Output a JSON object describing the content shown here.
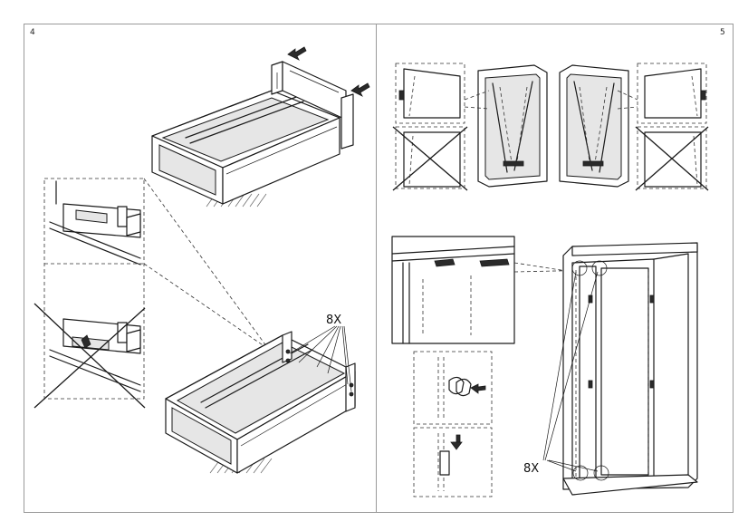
{
  "pages": [
    {
      "step_number": "4",
      "callout_label": "8X"
    },
    {
      "step_number": "5",
      "callout_label": "8X"
    }
  ]
}
